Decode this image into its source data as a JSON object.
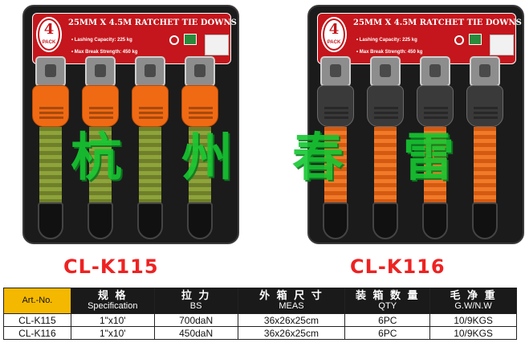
{
  "packs": [
    {
      "side": "left",
      "badge_number": "4",
      "badge_unit": "PACK",
      "title": "25MM X 4.5M RATCHET TIE DOWNS",
      "bullets": [
        "• Lashing Capacity: 225 kg",
        "• Max Break Strength: 450 kg"
      ],
      "handle_color": "orange",
      "band_color": "green",
      "model": "CL-K115"
    },
    {
      "side": "right",
      "badge_number": "4",
      "badge_unit": "PACK",
      "title": "25MM X 4.5M RATCHET TIE DOWNS",
      "bullets": [
        "• Lashing Capacity: 225 kg",
        "• Max Break Strength: 450 kg"
      ],
      "handle_color": "black",
      "band_color": "orange",
      "model": "CL-K116"
    }
  ],
  "watermark": [
    "杭",
    "州",
    "春",
    "雷"
  ],
  "colors": {
    "header_red": "#c4161c",
    "model_red": "#ee2222",
    "watermark_green": "#16c832",
    "artno_yellow": "#f5b800",
    "handle_orange": "#f06a14"
  },
  "table": {
    "headers": [
      {
        "cn": "",
        "en": "Art.-No."
      },
      {
        "cn": "规 格",
        "en": "Specification"
      },
      {
        "cn": "拉 力",
        "en": "BS"
      },
      {
        "cn": "外 箱 尺 寸",
        "en": "MEAS"
      },
      {
        "cn": "装 箱 数 量",
        "en": "QTY"
      },
      {
        "cn": "毛 净 重",
        "en": "G.W/N.W"
      }
    ],
    "rows": [
      [
        "CL-K115",
        "1\"x10'",
        "700daN",
        "36x26x25cm",
        "6PC",
        "10/9KGS"
      ],
      [
        "CL-K116",
        "1\"x10'",
        "450daN",
        "36x26x25cm",
        "6PC",
        "10/9KGS"
      ]
    ]
  }
}
